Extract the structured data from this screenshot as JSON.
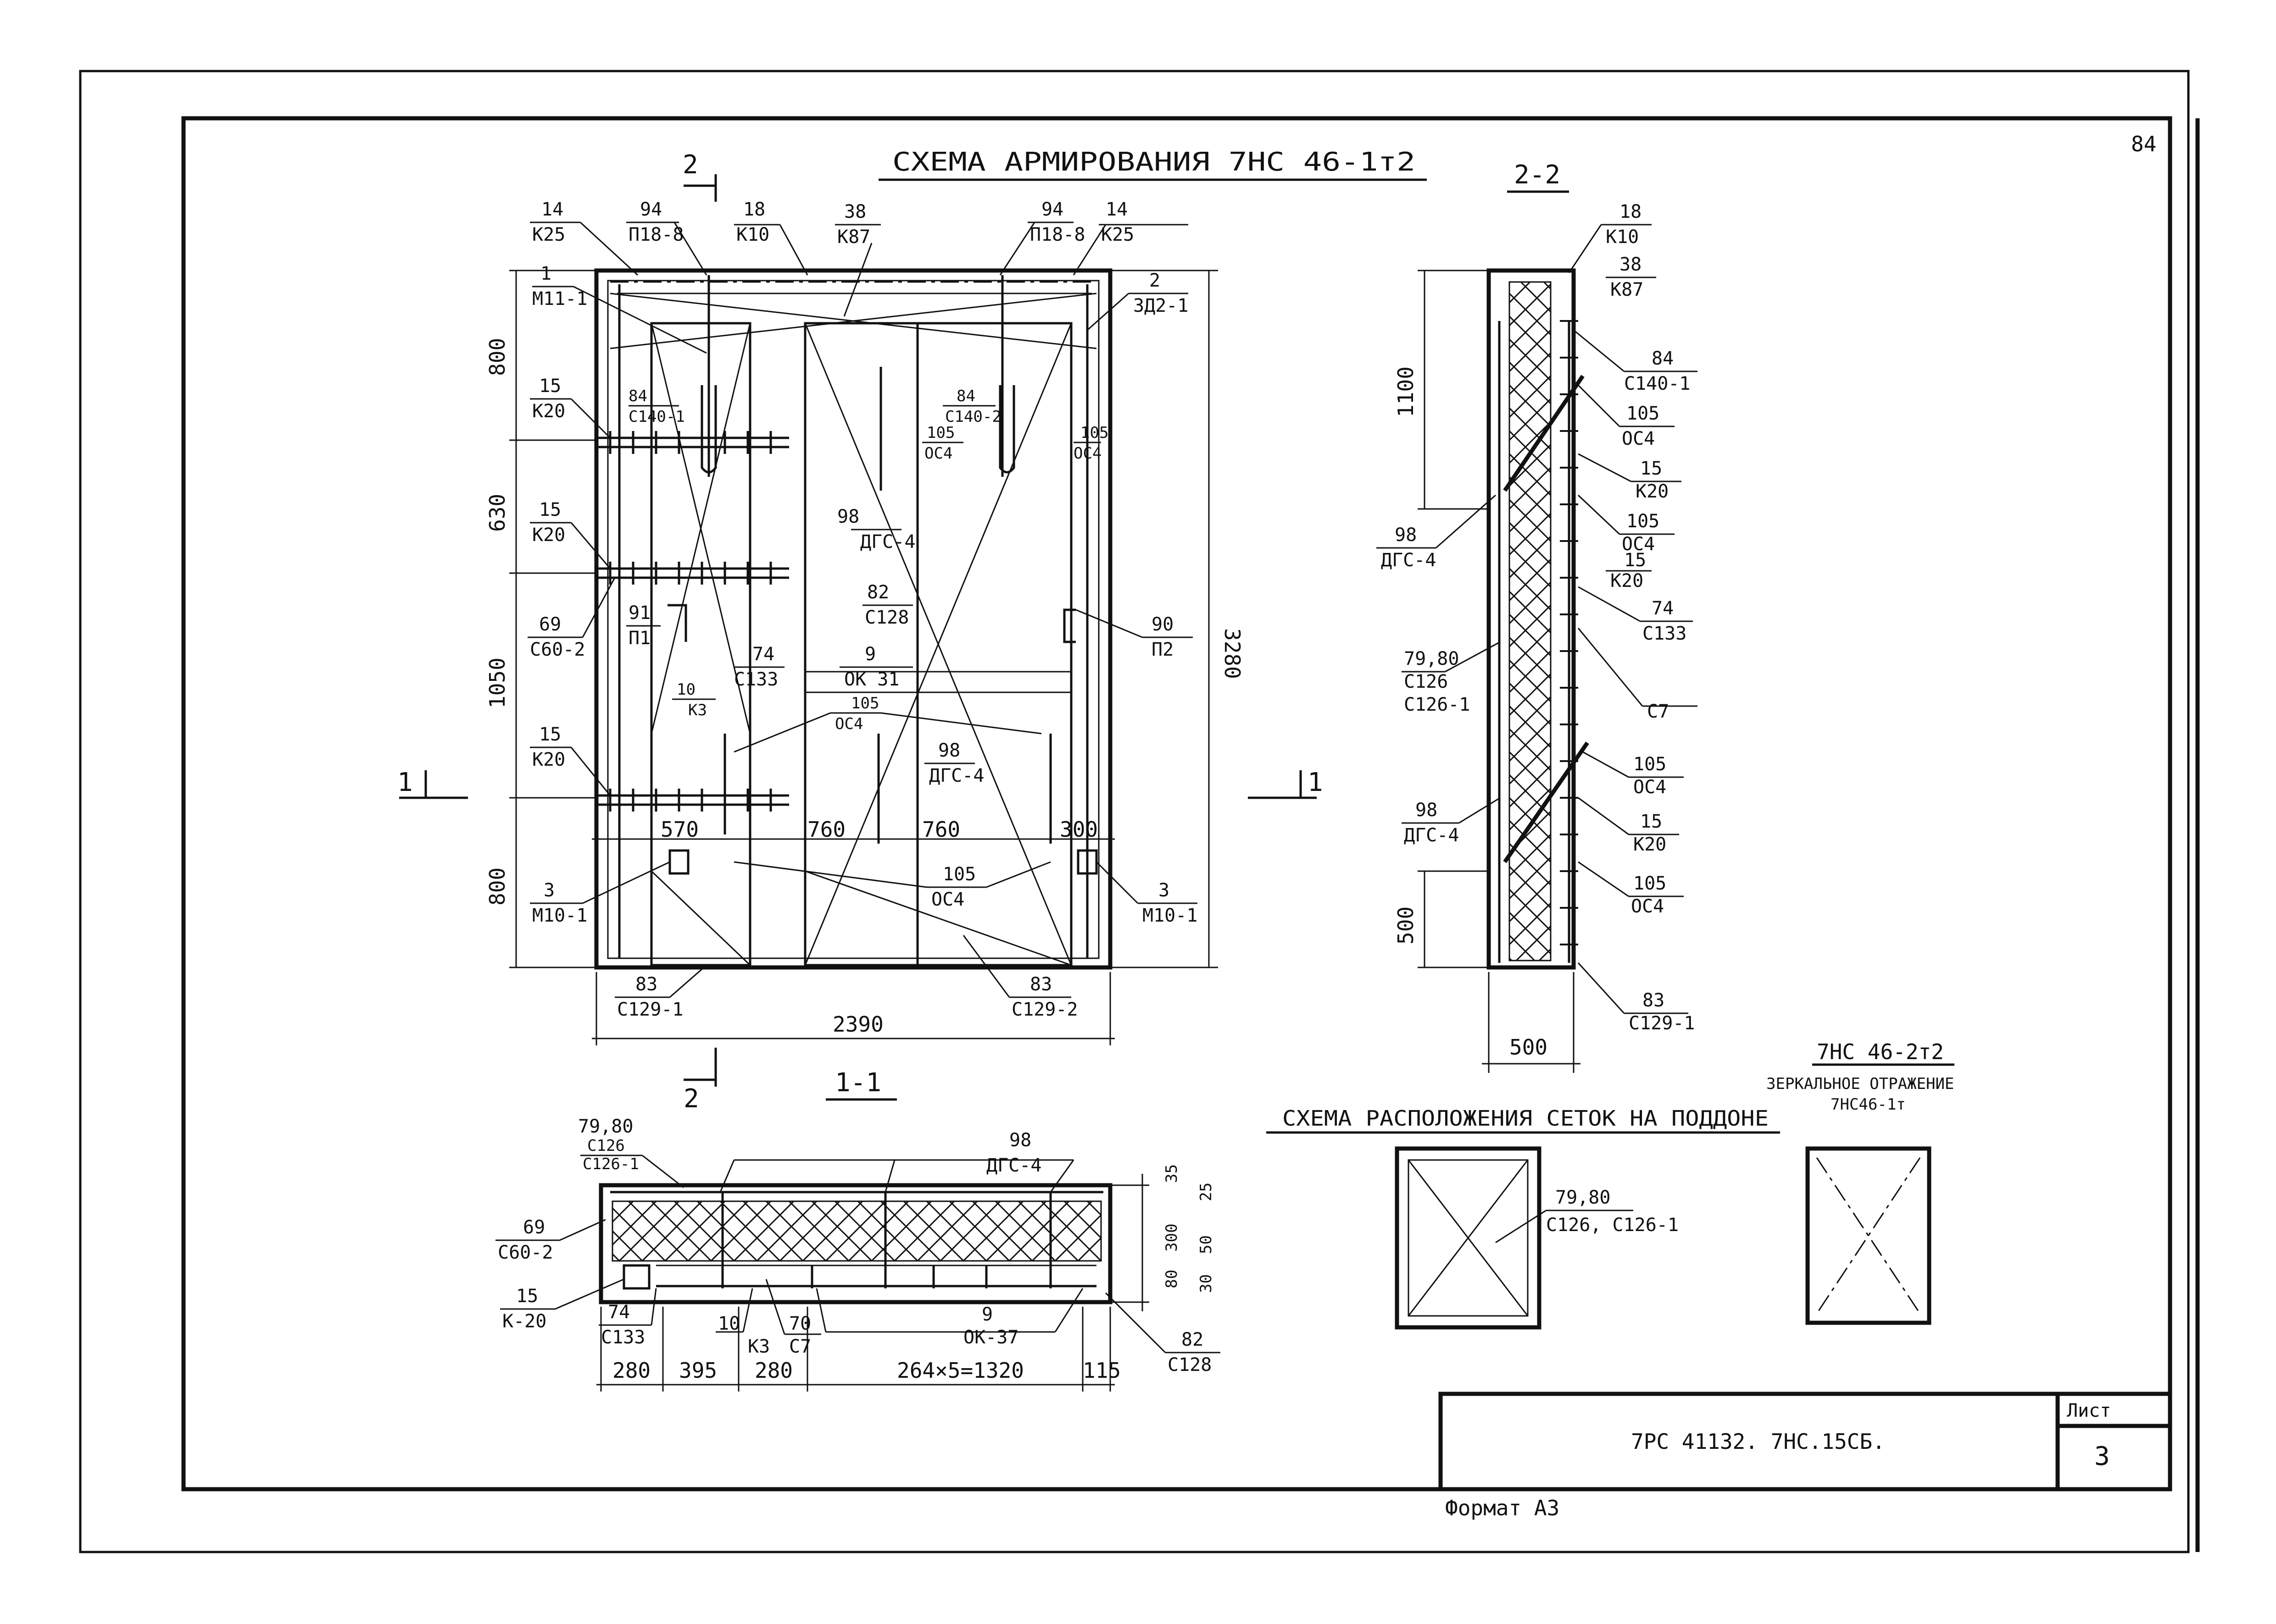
{
  "sheet_number": "84",
  "main_title": "СХЕМА АРМИРОВАНИЯ 7НС 46-1т2",
  "section_2_title": "2-2",
  "section_1_title": "1-1",
  "cut_marks": {
    "cut2": "2",
    "cut1": "1"
  },
  "elevation": {
    "callouts": [
      {
        "num": "14",
        "code": "К25"
      },
      {
        "num": "94",
        "code": "П18-8"
      },
      {
        "num": "18",
        "code": "К10"
      },
      {
        "num": "38",
        "code": "К87"
      },
      {
        "num": "94",
        "code": "П18-8"
      },
      {
        "num": "14",
        "code": "К25"
      },
      {
        "num": "1",
        "code": "М11-1"
      },
      {
        "num": "2",
        "code": "ЗД2-1"
      },
      {
        "num": "15",
        "code": "К20"
      },
      {
        "num": "84",
        "code": "С140-1"
      },
      {
        "num": "84",
        "code": "С140-2"
      },
      {
        "num": "105",
        "code": "ОС4"
      },
      {
        "num": "105",
        "code": "ОС4"
      },
      {
        "num": "15",
        "code": "К20"
      },
      {
        "num": "98",
        "code": "ДГС-4"
      },
      {
        "num": "82",
        "code": "С128"
      },
      {
        "num": "69",
        "code": "С60-2"
      },
      {
        "num": "91",
        "code": "П1"
      },
      {
        "num": "74",
        "code": "С133"
      },
      {
        "num": "90",
        "code": "П2"
      },
      {
        "num": "9",
        "code": "ОК 31"
      },
      {
        "num": "10",
        "code": "К3"
      },
      {
        "num": "105",
        "code": "ОС4"
      },
      {
        "num": "98",
        "code": "ДГС-4"
      },
      {
        "num": "15",
        "code": "К20"
      },
      {
        "num": "105",
        "code": "ОС4"
      },
      {
        "num": "3",
        "code": "М10-1"
      },
      {
        "num": "3",
        "code": "М10-1"
      },
      {
        "num": "83",
        "code": "С129-1"
      },
      {
        "num": "83",
        "code": "С129-2"
      }
    ],
    "dims_vertical": [
      "800",
      "630",
      "1050",
      "800"
    ],
    "dim_total_height": "3280",
    "dims_bottom_row": [
      "570",
      "760",
      "760",
      "300"
    ],
    "dim_total_width": "2390"
  },
  "section_2": {
    "callouts": [
      {
        "num": "18",
        "code": "К10"
      },
      {
        "num": "38",
        "code": "К87"
      },
      {
        "num": "84",
        "code": "С140-1"
      },
      {
        "num": "105",
        "code": "ОС4"
      },
      {
        "num": "15",
        "code": "К20"
      },
      {
        "num": "105",
        "code": "ОС4"
      },
      {
        "num": "15",
        "code": "К20"
      },
      {
        "num": "74",
        "code": "С133"
      },
      {
        "num": "",
        "code": "С7"
      },
      {
        "num": "105",
        "code": "ОС4"
      },
      {
        "num": "15",
        "code": "К20"
      },
      {
        "num": "105",
        "code": "ОС4"
      },
      {
        "num": "83",
        "code": "С129-1"
      },
      {
        "num": "98",
        "code": "ДГС-4"
      },
      {
        "num": "79,80",
        "code": "С126",
        "code2": "С126-1"
      },
      {
        "num": "98",
        "code": "ДГС-4"
      }
    ],
    "dim_top": "1100",
    "dim_bottom": "500",
    "dim_width": "500"
  },
  "section_1": {
    "callouts": [
      {
        "num": "79,80",
        "code": "С126",
        "code2": "С126-1"
      },
      {
        "num": "98",
        "code": "ДГС-4"
      },
      {
        "num": "69",
        "code": "С60-2"
      },
      {
        "num": "15",
        "code": "К-20"
      },
      {
        "num": "74",
        "code": "С133"
      },
      {
        "num": "10",
        "code": "К3"
      },
      {
        "num": "70",
        "code": "С7"
      },
      {
        "num": "9",
        "code": "ОК-37"
      },
      {
        "num": "82",
        "code": "С128"
      }
    ],
    "dims_right": [
      "35",
      "25",
      "300",
      "50",
      "80",
      "30"
    ],
    "dims_bottom": [
      "280",
      "395",
      "280",
      "264×5=1320",
      "115"
    ]
  },
  "mesh_layout": {
    "title": "СХЕМА РАСПОЛОЖЕНИЯ СЕТОК НА ПОДДОНЕ",
    "callout_num": "79,80",
    "callout_code": "С126, С126-1",
    "mirror_title": "7НС 46-2т2",
    "mirror_note_1": "ЗЕРКАЛЬНОЕ ОТРАЖЕНИЕ",
    "mirror_note_2": "7НС46-1т"
  },
  "stamp": {
    "doc_code": "7РС 41132. 7НС.15СБ.",
    "sheet_label": "Лист",
    "sheet_value": "3"
  },
  "format_label": "Формат А3"
}
